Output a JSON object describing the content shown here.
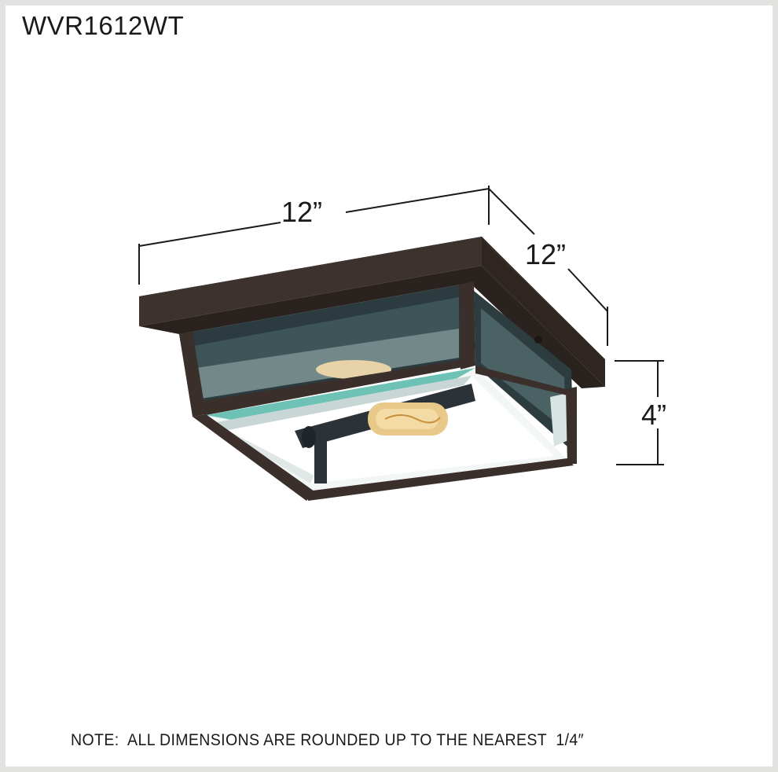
{
  "title": "WVR1612WT",
  "note": "NOTE:  ALL DIMENSIONS ARE ROUNDED UP TO THE NEAREST  1/4″",
  "dimensions": {
    "width": "12”",
    "depth": "12”",
    "height": "4”"
  },
  "colors": {
    "border": "#e2e2e0",
    "background": "#ffffff",
    "frame_bronze": "#3a2f2b",
    "glass_teal": "#3e5a5c",
    "bulb_glow": "#e8c98a",
    "dimension_line": "#1a1a1a"
  },
  "product": {
    "type": "flush-mount ceiling lantern",
    "bulbs": 2
  }
}
